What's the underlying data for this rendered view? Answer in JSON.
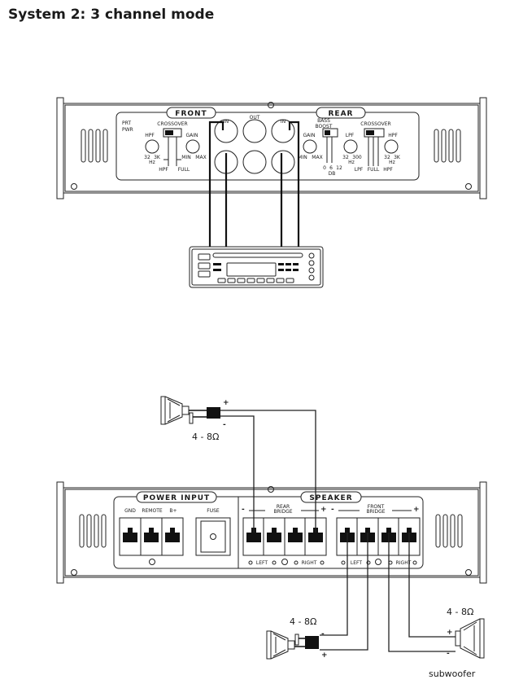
{
  "title": "System 2: 3 channel mode",
  "top_amp": {
    "front_label": "FRONT",
    "rear_label": "REAR",
    "prt": "PRT",
    "pwr": "PWR",
    "in_left": "IN",
    "in_right": "IN",
    "out": "OUT",
    "front_controls": {
      "crossover": "CROSSOVER",
      "hpf": "HPF",
      "gain": "GAIN",
      "hpf_min": "32",
      "hpf_max": "3K",
      "hz": "Hz",
      "gain_min": "MIN",
      "gain_max": "MAX",
      "sw_hpf": "HPF",
      "sw_full": "FULL"
    },
    "rear_controls": {
      "bass": "BASS",
      "boost": "BOOST",
      "crossover": "CROSSOVER",
      "gain": "GAIN",
      "lpf": "LPF",
      "hpf": "HPF",
      "gain_min": "MIN",
      "gain_max": "MAX",
      "boost_0": "0",
      "boost_6": "6",
      "boost_12": "12",
      "db": "DB",
      "lpf_min": "32",
      "lpf_max": "300",
      "lpf_hz": "Hz",
      "hpf_min": "32",
      "hpf_max": "3K",
      "hpf_hz": "Hz",
      "sw_lpf": "LPF",
      "sw_full": "FULL",
      "sw_hpf": "HPF"
    }
  },
  "bottom_amp": {
    "power_input": "POWER INPUT",
    "speaker": "SPEAKER",
    "gnd": "GND",
    "remote": "REMOTE",
    "b_plus": "B+",
    "fuse": "FUSE",
    "rear": "REAR",
    "rear_bridge": "BRIDGE",
    "front": "FRONT",
    "front_bridge": "BRIDGE",
    "left": "LEFT",
    "right": "RIGHT"
  },
  "speakers": {
    "top_impedance": "4 - 8Ω",
    "bottom_left_impedance": "4 - 8Ω",
    "bottom_right_impedance": "4 - 8Ω",
    "subwoofer_label": "subwoofer",
    "plus": "+",
    "minus": "-"
  }
}
